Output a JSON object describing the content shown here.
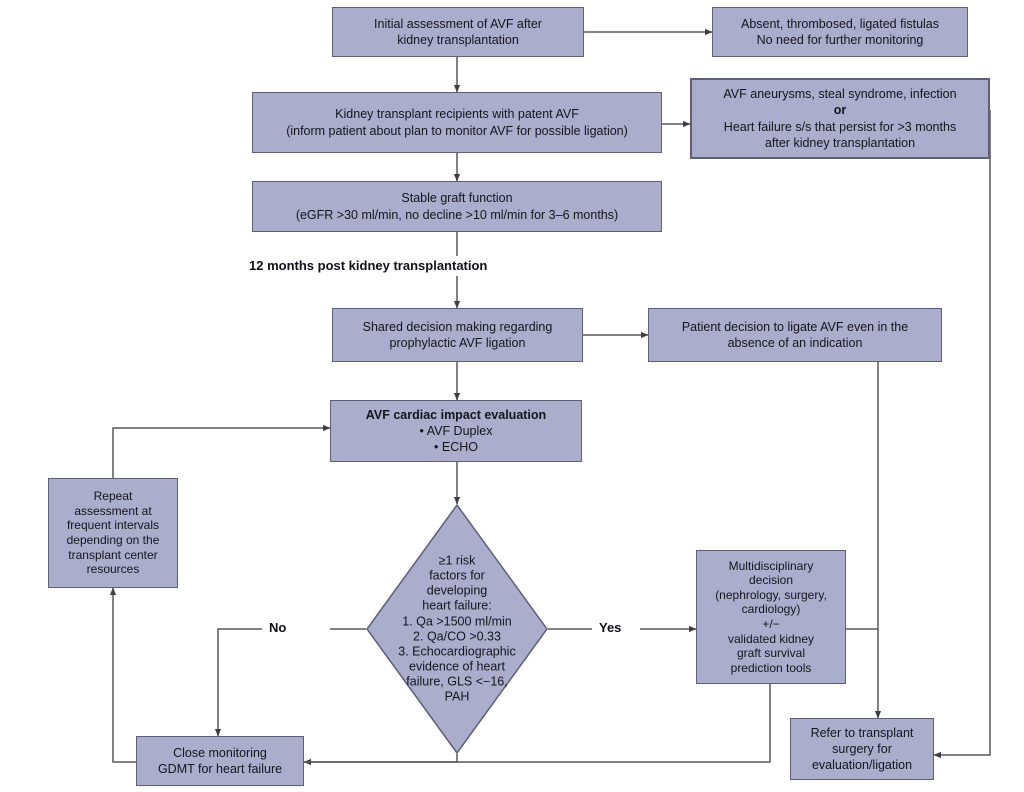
{
  "diagram": {
    "title": "AVF management algorithm after kidney transplantation",
    "colors": {
      "node_fill": "#aaadcb",
      "node_border": "#5d5f78",
      "connector": "#58595e",
      "text": "#15151e",
      "background": "#ffffff"
    },
    "nodes": {
      "initial_assessment": {
        "lines": [
          "Initial assessment of AVF after",
          "kidney transplantation"
        ]
      },
      "absent_fistulas": {
        "lines": [
          "Absent, thrombosed, ligated fistulas",
          "No need for further monitoring"
        ]
      },
      "patent_avf": {
        "lines": [
          "Kidney transplant recipients with patent AVF",
          "(inform patient about plan to monitor AVF for possible ligation)"
        ]
      },
      "avf_complications": {
        "lines": [
          "AVF aneurysms, steal syndrome, infection",
          "or",
          "Heart failure s/s that persist for >3 months",
          "after kidney transplantation"
        ],
        "bold_line_index": 1
      },
      "stable_graft": {
        "lines": [
          "Stable graft function",
          "(eGFR >30 ml/min, no decline >10 ml/min for 3–6 months)"
        ]
      },
      "shared_decision": {
        "lines": [
          "Shared decision making regarding",
          "prophylactic AVF ligation"
        ]
      },
      "patient_decision": {
        "lines": [
          "Patient decision to ligate AVF even in the",
          "absence of an indication"
        ]
      },
      "cardiac_impact": {
        "lines": [
          "AVF cardiac impact evaluation",
          "• AVF Duplex",
          "• ECHO"
        ],
        "bold_line_index": 0
      },
      "repeat_assessment": {
        "lines": [
          "Repeat",
          "assessment at",
          "frequent intervals",
          "depending on the",
          "transplant center",
          "resources"
        ]
      },
      "risk_decision": {
        "lines": [
          "≥1 risk",
          "factors for",
          "developing",
          "heart failure:",
          "1. Qa >1500 ml/min",
          "2. Qa/CO >0.33",
          "3. Echocardiographic",
          "evidence of heart",
          "failure, GLS <−16,",
          "PAH"
        ],
        "bold_line_count": 4
      },
      "multidisciplinary": {
        "lines": [
          "Multidisciplinary",
          "decision",
          "(nephrology, surgery,",
          "cardiology)",
          "+/−",
          "validated kidney",
          "graft survival",
          "prediction tools"
        ]
      },
      "close_monitoring": {
        "lines": [
          "Close monitoring",
          "GDMT for heart failure"
        ]
      },
      "refer_surgery": {
        "lines": [
          "Refer to transplant",
          "surgery for",
          "evaluation/ligation"
        ]
      }
    },
    "labels": {
      "twelve_months": "12 months post kidney transplantation",
      "branch_no": "No",
      "branch_yes": "Yes"
    }
  }
}
